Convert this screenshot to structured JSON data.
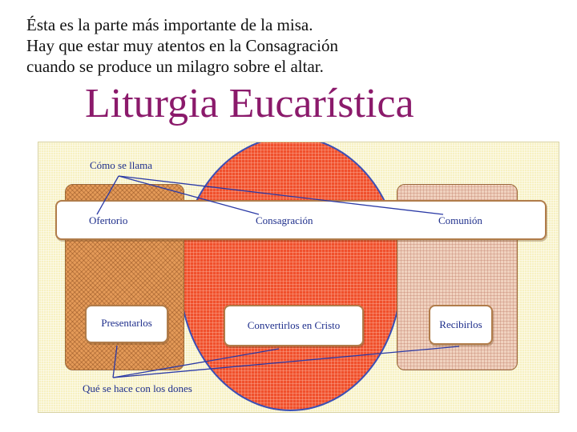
{
  "intro": {
    "lines": [
      "Ésta es la parte más importante de la misa.",
      "Hay que estar muy atentos en la Consagración",
      "cuando se produce un milagro sobre el altar."
    ]
  },
  "title": "Liturgia Eucarística",
  "diagram": {
    "top_label": "Cómo se llama",
    "bottom_label": "Qué se hace con los dones",
    "parts": [
      {
        "name": "Ofertorio",
        "action": "Presentarlos"
      },
      {
        "name": "Consagración",
        "action": "Convertirlos en Cristo"
      },
      {
        "name": "Comunión",
        "action": "Recibirlos"
      }
    ]
  },
  "colors": {
    "title": "#8b1a6b",
    "label_text": "#1f2f8c",
    "circle": "#f0502c",
    "left_panel": "#e49a58",
    "right_panel": "#f0d2bf",
    "background": "#f7f1c2"
  }
}
